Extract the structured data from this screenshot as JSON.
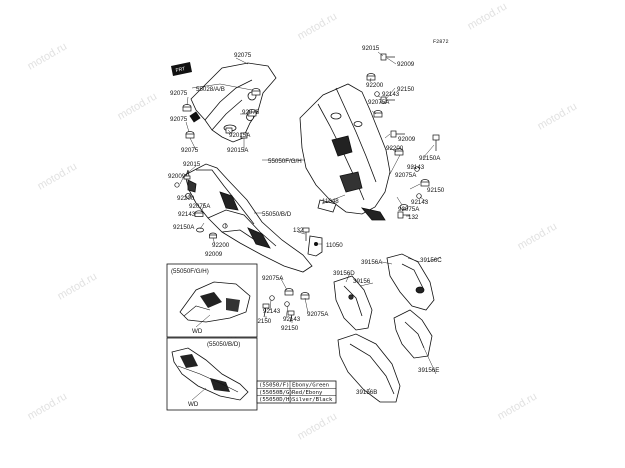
{
  "figure_ref": "F2872",
  "watermark": "motod.ru",
  "labels": {
    "l92075_a": "92075",
    "l55028": "55028/A/B",
    "l92075_b": "92075",
    "l92075_c": "92075",
    "l92015a_a": "92015A",
    "l92015a_b": "92015A",
    "l92075_d": "92075",
    "l92015_a": "92015",
    "l55050fgh": "55050F/G/H",
    "l92015_b": "92015",
    "l92009_a": "92009",
    "l92200_a": "92200",
    "l92075a_a": "92075A",
    "l92143_a": "92143",
    "l92150a_a": "92150A",
    "l92200_b": "92200",
    "l92009_b": "92009",
    "l55050bd": "55050/B/D",
    "l92015_c": "92015",
    "l92009_c": "92009",
    "l92200_c": "92200",
    "l92143_b": "92143",
    "l92075a_b": "92075A",
    "l92150_a": "92150",
    "l92009_d": "92009",
    "l92200_d": "92200",
    "l92150a_b": "92150A",
    "l92143_c": "92143",
    "l92075a_c": "92075A",
    "l92150_b": "92150",
    "l92143_d": "92143",
    "l92075a_d": "92075A",
    "l132_a": "132",
    "l11048": "11048",
    "l132_b": "132",
    "l11050": "11050",
    "l92075a_e": "92075A",
    "l92143_e": "92143",
    "l92150_c": "92150",
    "l92143_f": "92143",
    "l92150_d": "92150",
    "l92075a_f": "92075A",
    "l39156a": "39156A",
    "l39156c": "39156C",
    "l39156d": "39156D",
    "l39156": "39156",
    "l39156e": "39156E",
    "l39156b": "39156B"
  },
  "insets": {
    "top_title": "(55050F/G/H)",
    "top_wd": "WD",
    "bottom_title": "(55050/B/D)",
    "bottom_wd": "WD"
  },
  "legend": [
    {
      "code": "(55050/F)",
      "color": "Ebony/Green"
    },
    {
      "code": "(55050B/G)",
      "color": "Red/Ebony"
    },
    {
      "code": "(55050D/H)",
      "color": "Silver/Black"
    }
  ]
}
